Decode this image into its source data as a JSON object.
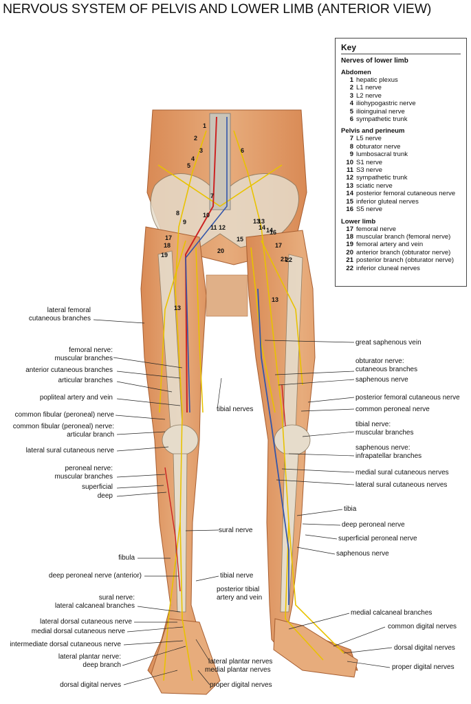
{
  "title": "NERVOUS SYSTEM OF PELVIS AND LOWER LIMB (ANTERIOR VIEW)",
  "key": {
    "heading": "Key",
    "subheading": "Nerves of lower limb",
    "groups": [
      {
        "name": "Abdomen",
        "items": [
          {
            "n": "1",
            "label": "hepatic plexus"
          },
          {
            "n": "2",
            "label": "L1 nerve"
          },
          {
            "n": "3",
            "label": "L2 nerve"
          },
          {
            "n": "4",
            "label": "iliohypogastric nerve"
          },
          {
            "n": "5",
            "label": "ilioinguinal nerve"
          },
          {
            "n": "6",
            "label": "sympathetic trunk"
          }
        ]
      },
      {
        "name": "Pelvis and perineum",
        "items": [
          {
            "n": "7",
            "label": "L5 nerve"
          },
          {
            "n": "8",
            "label": "obturator nerve"
          },
          {
            "n": "9",
            "label": "lumbosacral trunk"
          },
          {
            "n": "10",
            "label": "S1 nerve"
          },
          {
            "n": "11",
            "label": "S3 nerve"
          },
          {
            "n": "12",
            "label": "sympathetic trunk"
          },
          {
            "n": "13",
            "label": "sciatic nerve"
          },
          {
            "n": "14",
            "label": "posterior femoral cutaneous nerve"
          },
          {
            "n": "15",
            "label": "inferior gluteal nerves"
          },
          {
            "n": "16",
            "label": "S5 nerve"
          }
        ]
      },
      {
        "name": "Lower limb",
        "items": [
          {
            "n": "17",
            "label": "femoral nerve"
          },
          {
            "n": "18",
            "label": "muscular branch (femoral nerve)"
          },
          {
            "n": "19",
            "label": "femoral artery and vein"
          },
          {
            "n": "20",
            "label": "anterior branch (obturator nerve)"
          },
          {
            "n": "21",
            "label": "posterior branch (obturator nerve)"
          },
          {
            "n": "22",
            "label": "inferior cluneal nerves"
          }
        ]
      }
    ]
  },
  "left_labels": [
    "lateral femoral\ncutaneous branches",
    "femoral nerve:\nmuscular branches",
    "anterior cutaneous branches",
    "articular branches",
    "popliteal artery and vein",
    "common fibular (peroneal) nerve",
    "common fibular (peroneal) nerve:\narticular branch",
    "lateral sural cutaneous nerve",
    "peroneal nerve:\nmuscular branches",
    "superficial",
    "deep",
    "fibula",
    "deep peroneal nerve (anterior)",
    "sural nerve:\nlateral calcaneal branches",
    "lateral dorsal cutaneous nerve",
    "medial dorsal cutaneous nerve",
    "intermediate dorsal cutaneous nerve",
    "lateral plantar nerve:\ndeep branch",
    "dorsal digital nerves"
  ],
  "center_labels": [
    "tibial nerves",
    "sural nerve",
    "tibial nerve",
    "posterior tibial\nartery and vein",
    "lateral plantar nerves",
    "medial plantar nerves",
    "proper digital nerves"
  ],
  "right_labels": [
    "great saphenous vein",
    "obturator nerve:\ncutaneous branches",
    "saphenous nerve",
    "posterior femoral cutaneous nerve",
    "common peroneal nerve",
    "tibial nerve:\nmuscular branches",
    "saphenous nerve:\ninfrapatellar branches",
    "medial sural cutaneous nerves",
    "lateral sural cutaneous nerves",
    "tibia",
    "deep peroneal nerve",
    "superficial peroneal nerve",
    "saphenous nerve",
    "medial calcaneal branches",
    "common digital nerves",
    "dorsal digital nerves",
    "proper digital nerves"
  ],
  "figure_numbers": [
    "1",
    "2",
    "3",
    "4",
    "5",
    "6",
    "7",
    "8",
    "9",
    "10",
    "11",
    "12",
    "13",
    "14",
    "15",
    "16",
    "17",
    "18",
    "19",
    "20",
    "21",
    "22",
    "13",
    "13",
    "17",
    "13",
    "14"
  ],
  "colors": {
    "skin": "#e0a070",
    "muscle": "#c97a4e",
    "nerve": "#e8c200",
    "artery": "#cc2222",
    "vein": "#3355aa",
    "bone": "#e6dccb"
  }
}
